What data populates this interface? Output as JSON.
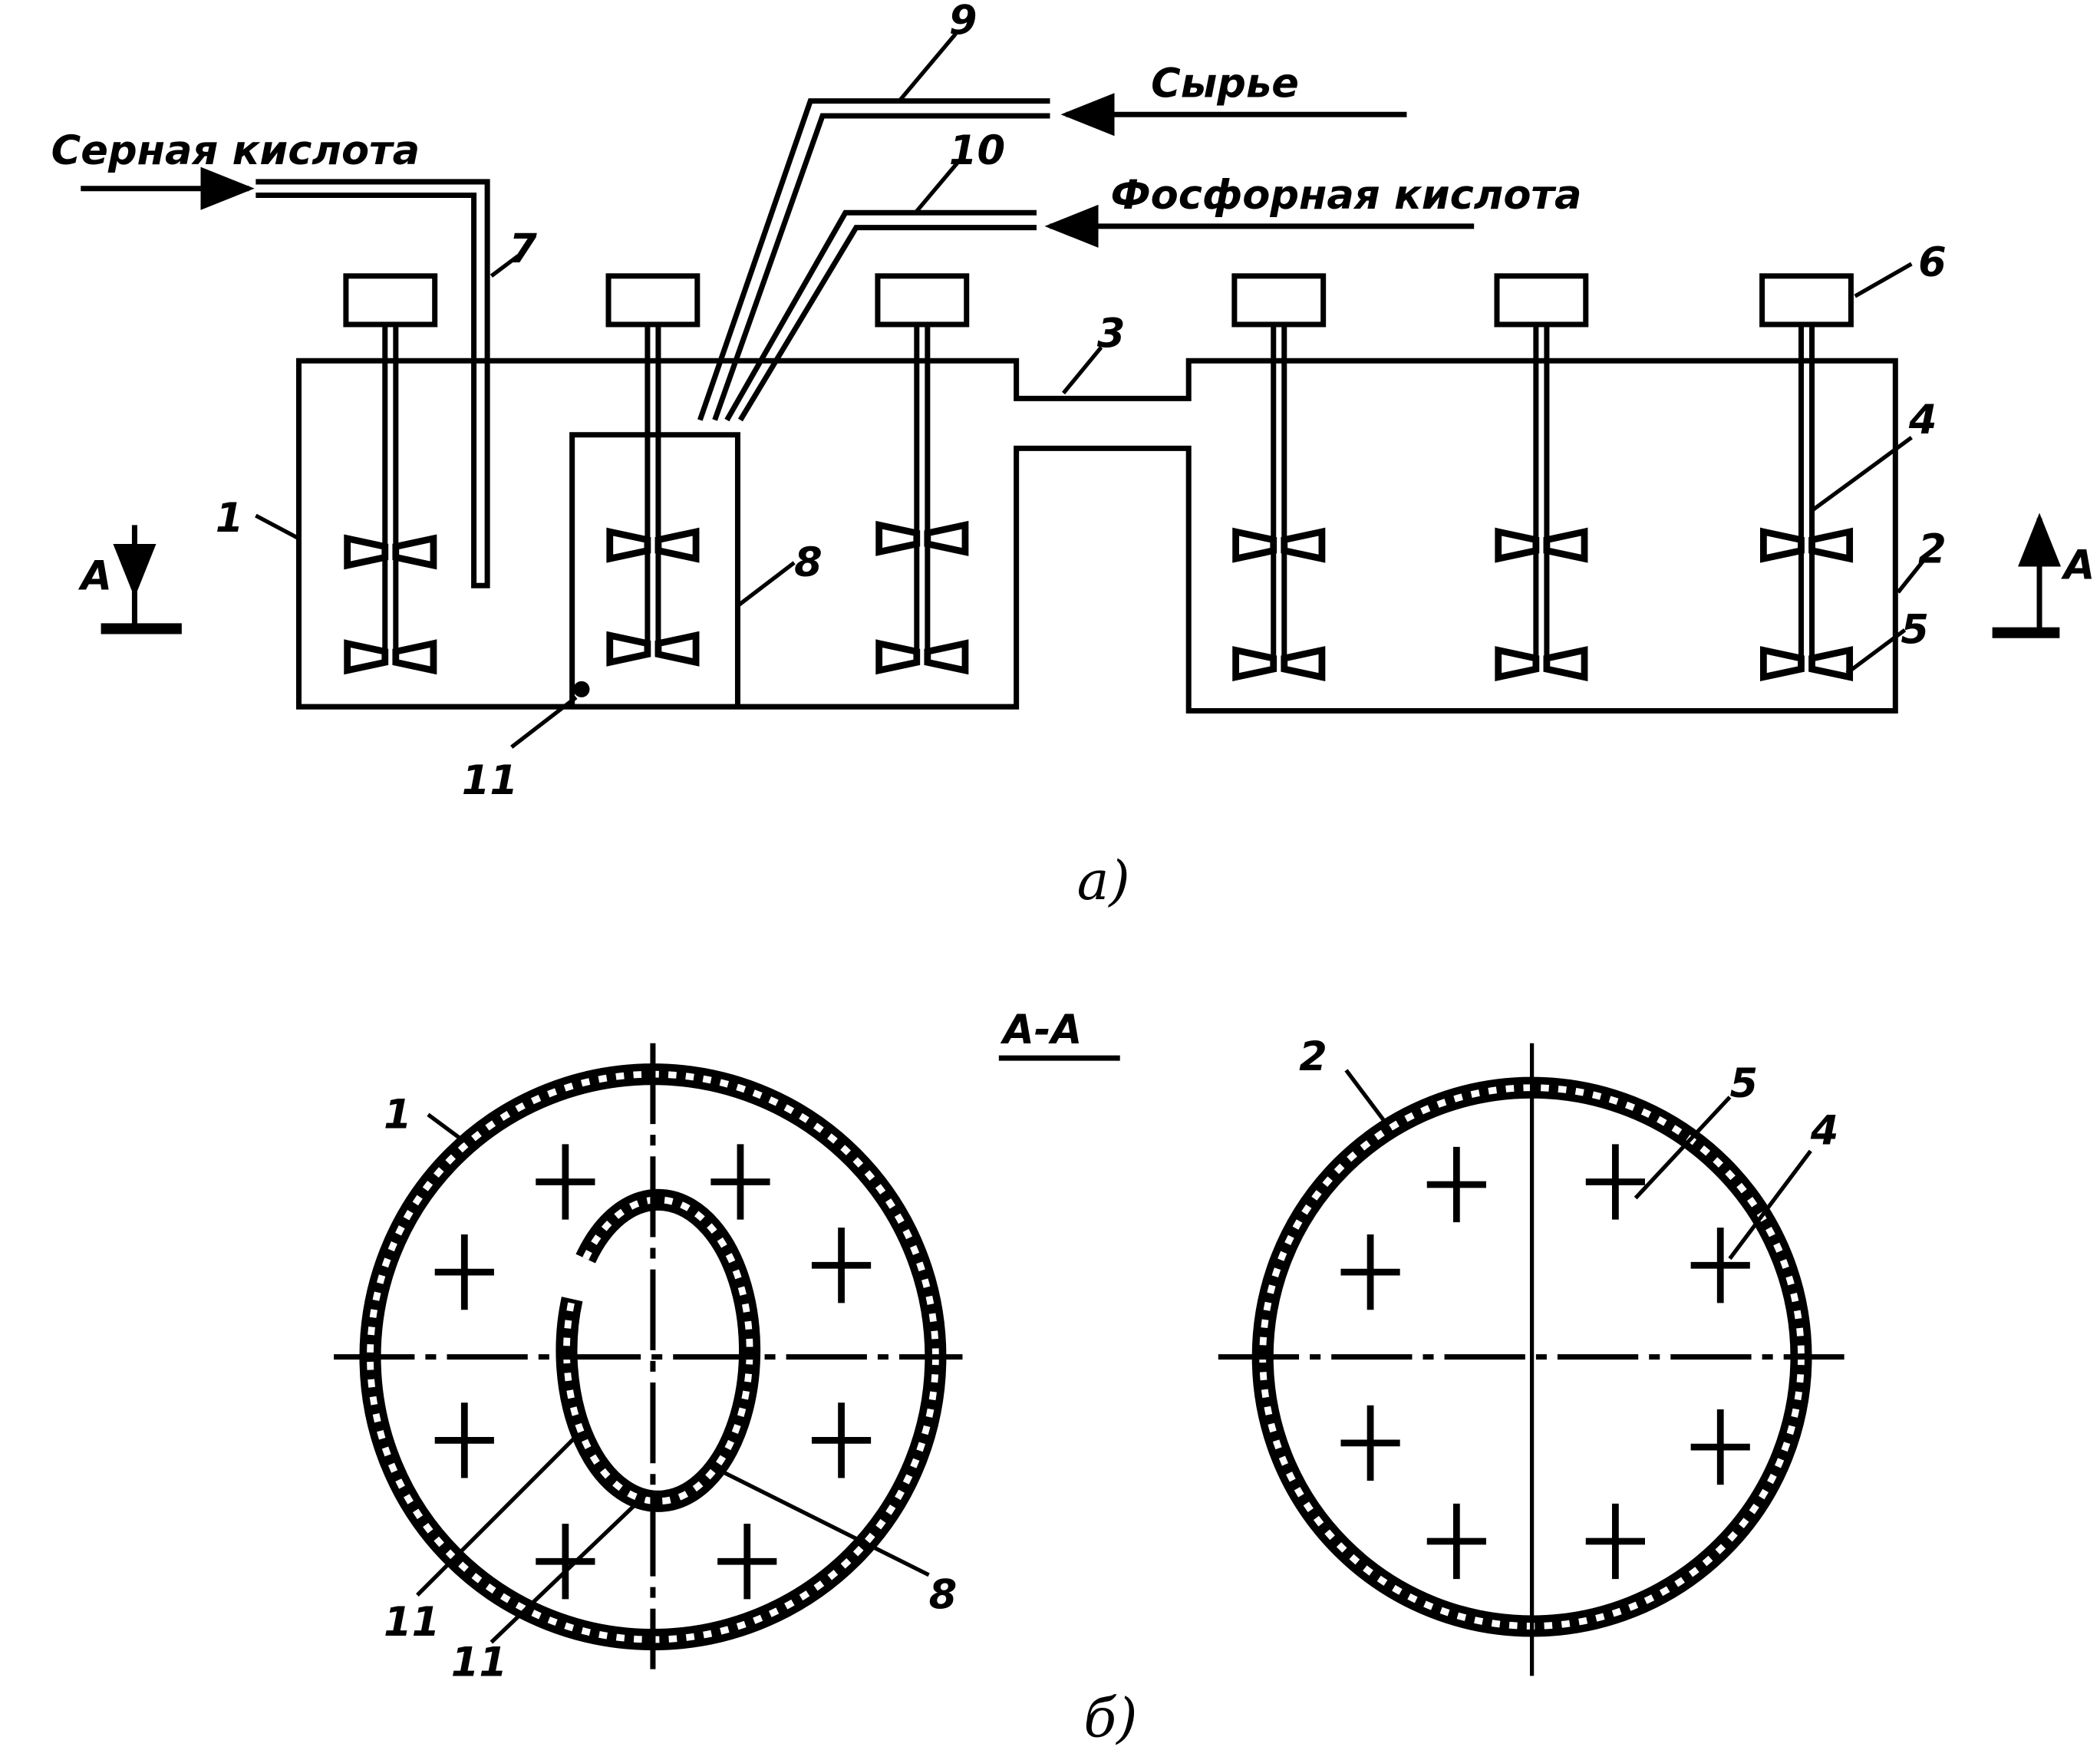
{
  "figure_a": {
    "caption": "а)",
    "inputs": {
      "sulfuric_acid": "Серная кислота",
      "raw_material": "Сырье",
      "phosphoric_acid": "Фосфорная кислота"
    },
    "labels": {
      "n1": "1",
      "n2": "2",
      "n3": "3",
      "n4": "4",
      "n5": "5",
      "n6": "6",
      "n7": "7",
      "n8": "8",
      "n9": "9",
      "n10": "10",
      "n11": "11",
      "section_left": "А",
      "section_right": "А"
    }
  },
  "figure_b": {
    "caption": "б)",
    "section_title": "А-А",
    "labels": {
      "n1": "1",
      "n2": "2",
      "n4": "4",
      "n5": "5",
      "n8": "8",
      "n11a": "11",
      "n11b": "11"
    }
  }
}
